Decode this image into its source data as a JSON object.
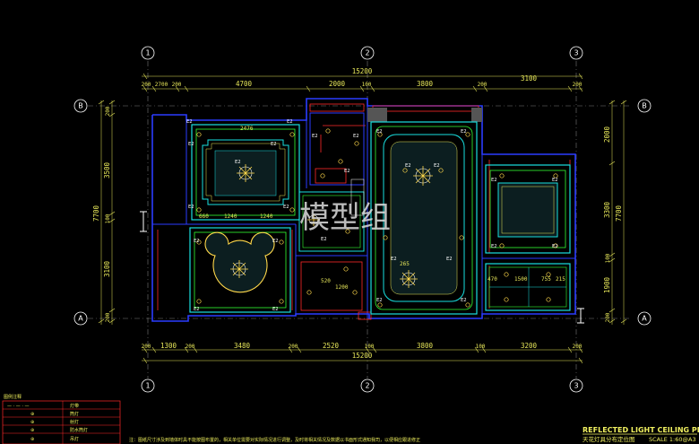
{
  "grid": {
    "top_numbers": [
      "1",
      "2",
      "3"
    ],
    "bottom_numbers": [
      "1",
      "2",
      "3"
    ],
    "left_letters": [
      "B",
      "A"
    ],
    "right_letters": [
      "B",
      "A"
    ]
  },
  "dims_top": {
    "total": "15200",
    "segments": [
      "200",
      "2700",
      "200",
      "4700",
      "2000",
      "100",
      "3800",
      "200",
      "3100",
      "200"
    ]
  },
  "dims_bottom": {
    "total": "15200",
    "segments": [
      "200",
      "1300",
      "200",
      "3480",
      "200",
      "2520",
      "100",
      "3800",
      "100",
      "3200",
      "200"
    ]
  },
  "dims_left": {
    "total": "7700",
    "segments": [
      "200",
      "3500",
      "100",
      "3100",
      "200"
    ]
  },
  "dims_right": {
    "total": "7700",
    "segments": [
      "2000",
      "3300",
      "100",
      "1900",
      "200"
    ]
  },
  "room_dims": {
    "r1_a": "2476",
    "r1_b": "1240",
    "r1_c": "1240",
    "r1_d": "660",
    "r2_a": "520",
    "r2_b": "1200",
    "r3_a": "470",
    "r3_b": "1500",
    "r3_c": "755",
    "r3_d": "215",
    "r4": "265"
  },
  "fixture_tag": "E2",
  "legend": {
    "title": "图例注释",
    "rows": [
      {
        "symbol": "— · — · —",
        "text": "灯带"
      },
      {
        "symbol": "⊕",
        "text": "筒灯"
      },
      {
        "symbol": "⊕",
        "text": "射灯"
      },
      {
        "symbol": "⊕",
        "text": "防水筒灯"
      },
      {
        "symbol": "⊕",
        "text": "吊灯"
      }
    ]
  },
  "note": "注：图纸尺寸涉及到墙体时具不能按图布置的，相关单位需要对实际情况进行调整，及时将相关情况及数据以书面形式通知我司，以便相应跟进修正",
  "title_block": {
    "title": "REFLECTED LIGHT CEILING PLAN",
    "subtitle": "天花灯具分布定位图",
    "scale": "SCALE 1:60@A3"
  },
  "watermark": "模型组",
  "colors": {
    "wall": "#2a3cff",
    "ceiling_cyan": "#19e0e0",
    "ceiling_green": "#33ff33",
    "accent_red": "#ff2a2a",
    "dimension": "#e8e85a",
    "lamp": "#ffd84a"
  }
}
